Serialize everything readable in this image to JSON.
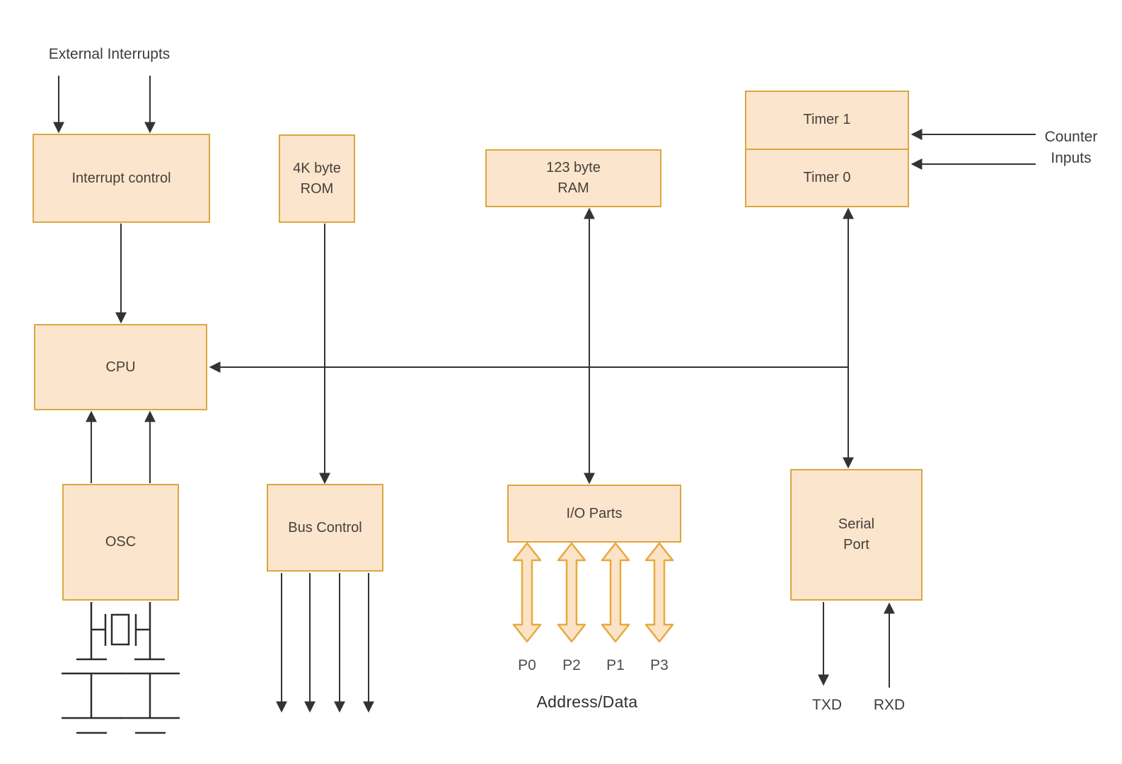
{
  "diagram": {
    "type": "block-diagram",
    "subject": "microcontroller architecture block diagram"
  },
  "boxes": {
    "interrupt_control": {
      "label": "Interrupt control"
    },
    "rom": {
      "line1": "4K byte",
      "line2": "ROM"
    },
    "ram": {
      "line1": "123 byte",
      "line2": "RAM"
    },
    "timer1": {
      "label": "Timer 1"
    },
    "timer0": {
      "label": "Timer 0"
    },
    "cpu": {
      "label": "CPU"
    },
    "osc": {
      "label": "OSC"
    },
    "bus_control": {
      "label": "Bus Control"
    },
    "io_parts": {
      "label": "I/O Parts"
    },
    "serial_port": {
      "line1": "Serial",
      "line2": "Port"
    }
  },
  "labels": {
    "external_interrupts": "External Interrupts",
    "counter_line1": "Counter",
    "counter_line2": "Inputs",
    "address_data": "Address/Data",
    "txd": "TXD",
    "rxd": "RXD"
  },
  "ports": {
    "labels": [
      "P0",
      "P2",
      "P1",
      "P3"
    ]
  },
  "colors": {
    "box_fill": "#fce5cd",
    "box_border": "#d9a741",
    "bus_arrow_fill": "#fbe3c8",
    "bus_arrow_border": "#e8a93b",
    "wire": "#333333",
    "text": "#3c3c3c"
  }
}
